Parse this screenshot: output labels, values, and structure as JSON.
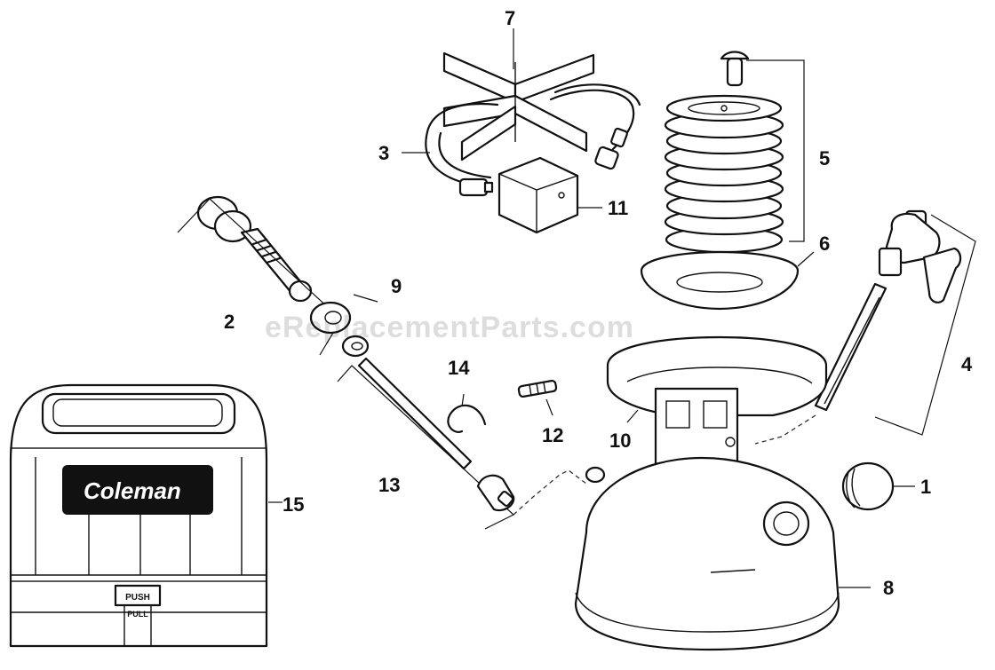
{
  "watermark": "eReplacementParts.com",
  "case_logo": "Coleman",
  "case_button_top": "PUSH",
  "case_button_bottom": "PULL",
  "callouts": {
    "c1": "1",
    "c2": "2",
    "c3": "3",
    "c4": "4",
    "c5": "5",
    "c6": "6",
    "c7": "7",
    "c8": "8",
    "c9": "9",
    "c10": "10",
    "c11": "11",
    "c12": "12",
    "c13": "13",
    "c14": "14",
    "c15": "15"
  }
}
